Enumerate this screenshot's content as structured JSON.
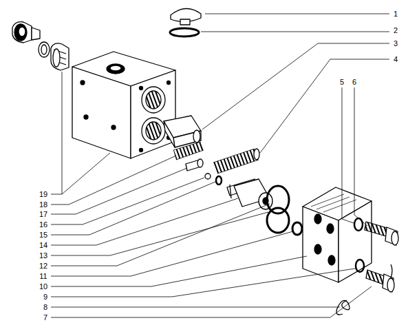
{
  "diagram": {
    "labels": [
      "1",
      "2",
      "3",
      "4",
      "5",
      "6",
      "7",
      "8",
      "9",
      "10",
      "11",
      "12",
      "13",
      "14",
      "15",
      "16",
      "17",
      "18",
      "19"
    ]
  }
}
